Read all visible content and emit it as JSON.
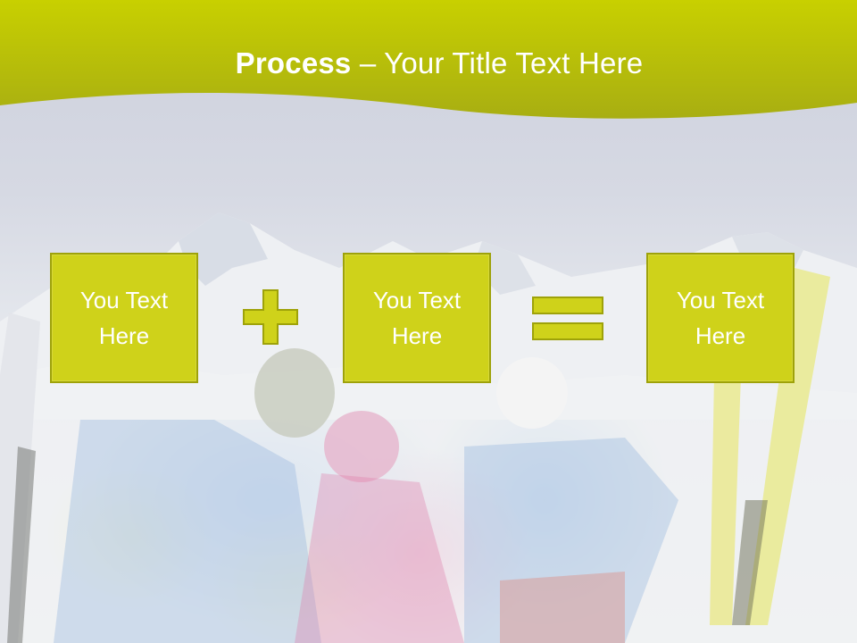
{
  "title": {
    "bold": "Process",
    "rest": " – Your Title Text Here"
  },
  "boxes": [
    {
      "text": "You Text Here"
    },
    {
      "text": "You Text Here"
    },
    {
      "text": "You Text Here"
    }
  ],
  "colors": {
    "accent": "#cfd21a",
    "accent_border": "#9ea209",
    "header_top": "#c8d000",
    "header_bottom": "#a4ab0f"
  },
  "icons": {
    "plus": "plus-icon",
    "equals": "equals-icon"
  }
}
